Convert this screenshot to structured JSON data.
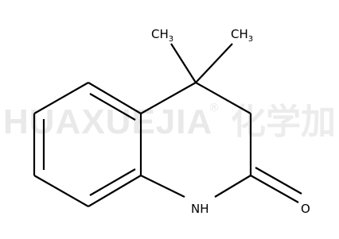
{
  "watermark": {
    "latin": "HUAXUEJIA",
    "registered": "®",
    "chinese": "化学加"
  },
  "molecule": {
    "atoms": {
      "methyl_left": {
        "main": "CH",
        "sub": "3"
      },
      "methyl_right": {
        "main": "CH",
        "sub": "3"
      },
      "nitrogen": "NH",
      "oxygen": "O"
    }
  }
}
